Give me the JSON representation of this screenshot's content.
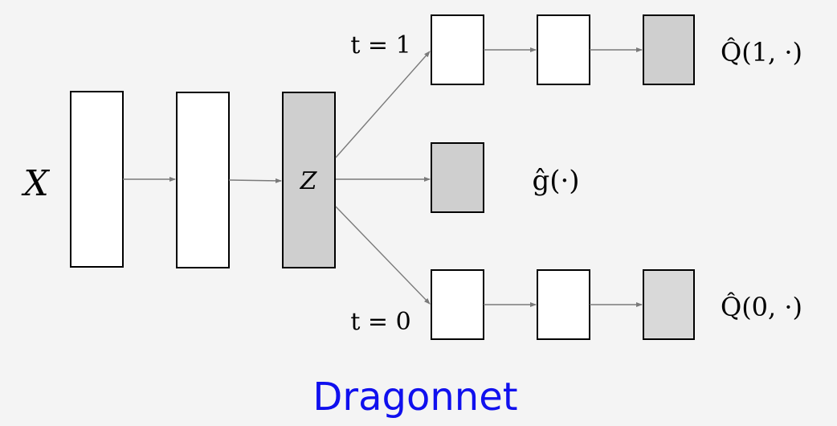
{
  "diagram": {
    "input_label": "X",
    "latent_label": "Z",
    "treated_condition": "t = 1",
    "control_condition": "t = 0",
    "treated_output": "Q̂(1, ·)",
    "propensity_output": "ĝ(·)",
    "control_output": "Q̂(0, ·)",
    "caption": "Dragonnet"
  }
}
